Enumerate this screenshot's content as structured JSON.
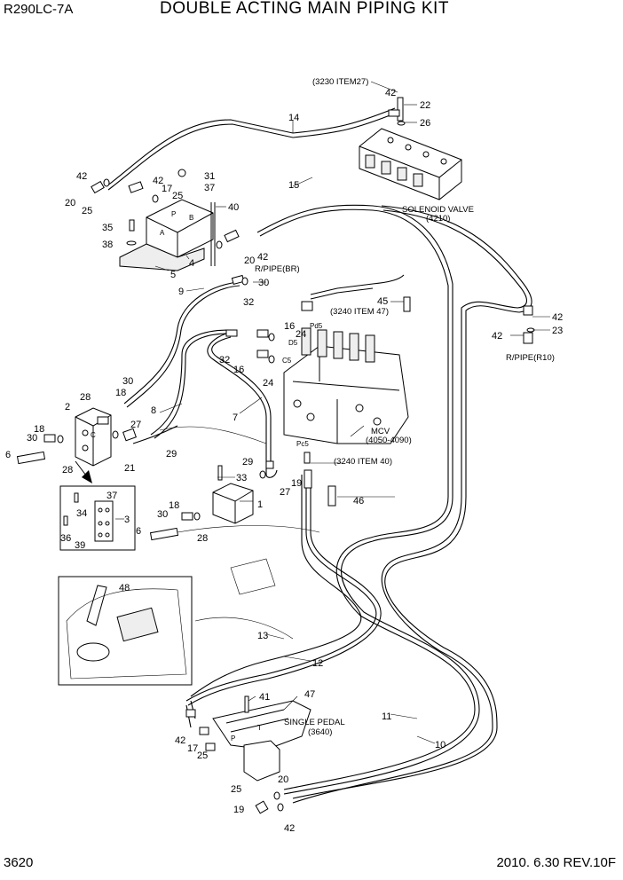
{
  "header": {
    "model": "R290LC-7A",
    "title": "DOUBLE ACTING MAIN PIPING KIT"
  },
  "footer": {
    "page": "3620",
    "date_rev": "2010. 6.30  REV.10F"
  },
  "annotations": {
    "ref_3230": "(3230 ITEM27)",
    "solenoid_valve": "SOLENOID VALVE",
    "solenoid_code": "(4210)",
    "rpipe_br": "R/PIPE(BR)",
    "rpipe_r10": "R/PIPE(R10)",
    "ref_3240_47": "(3240 ITEM 47)",
    "ref_3240_40": "(3240 ITEM 40)",
    "mcv": "MCV",
    "mcv_code": "(4050-4090)",
    "single_pedal": "SINGLE PEDAL",
    "pedal_code": "(3640)",
    "port_pd5": "Pd5",
    "port_d5": "D5",
    "port_c5": "C5",
    "port_pc5": "Pc5",
    "port_a": "A",
    "port_b": "B",
    "port_c": "C",
    "port_p": "P",
    "port_t": "T"
  },
  "callouts": {
    "c1": "1",
    "c2": "2",
    "c3": "3",
    "c4": "4",
    "c5": "5",
    "c6": "6",
    "c6b": "6",
    "c7": "7",
    "c8": "8",
    "c9": "9",
    "c10": "10",
    "c11": "11",
    "c12": "12",
    "c13": "13",
    "c14": "14",
    "c15": "15",
    "c16": "16",
    "c16b": "16",
    "c17": "17",
    "c17b": "17",
    "c18": "18",
    "c18b": "18",
    "c18c": "18",
    "c19": "19",
    "c19b": "19",
    "c20": "20",
    "c20b": "20",
    "c20c": "20",
    "c21": "21",
    "c22": "22",
    "c23": "23",
    "c24": "24",
    "c24b": "24",
    "c25": "25",
    "c25b": "25",
    "c25c": "25",
    "c25d": "25",
    "c26": "26",
    "c27": "27",
    "c27b": "27",
    "c28": "28",
    "c28b": "28",
    "c28c": "28",
    "c29": "29",
    "c29b": "29",
    "c30": "30",
    "c30b": "30",
    "c30c": "30",
    "c30d": "30",
    "c31": "31",
    "c32": "32",
    "c32b": "32",
    "c33": "33",
    "c34": "34",
    "c35": "35",
    "c36": "36",
    "c37": "37",
    "c37b": "37",
    "c38": "38",
    "c39": "39",
    "c40": "40",
    "c41": "41",
    "c42a": "42",
    "c42b": "42",
    "c42c": "42",
    "c42d": "42",
    "c42e": "42",
    "c42f": "42",
    "c42g": "42",
    "c42h": "42",
    "c45": "45",
    "c46": "46",
    "c47": "47",
    "c48": "48"
  }
}
